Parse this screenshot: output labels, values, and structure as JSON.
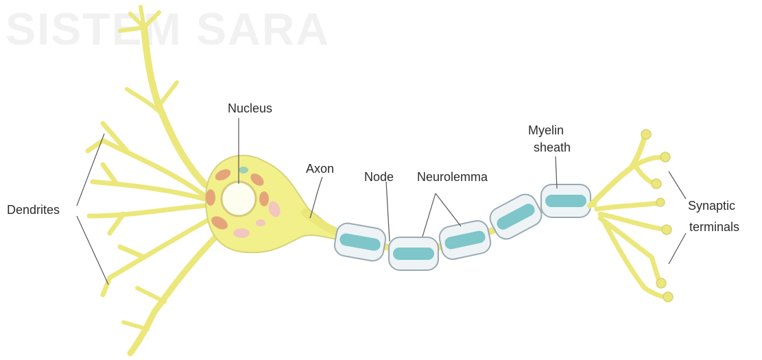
{
  "watermark_text": "SISTEM SARA",
  "colors": {
    "neuron_fill": "#f2f08a",
    "neuron_stroke": "#d8d27a",
    "myelin_outer": "#e8eef2",
    "myelin_inner": "#7ec6c9",
    "organelle": "#e4a57a",
    "organelle_pink": "#f1c7bf",
    "pointer": "#555555"
  },
  "labels": {
    "nucleus": "Nucleus",
    "axon": "Axon",
    "node": "Node",
    "neurolemma": "Neurolemma",
    "myelin_line1": "Myelin",
    "myelin_line2": "sheath",
    "dendrites": "Dendrites",
    "synaptic_line1": "Synaptic",
    "synaptic_line2": "terminals"
  }
}
